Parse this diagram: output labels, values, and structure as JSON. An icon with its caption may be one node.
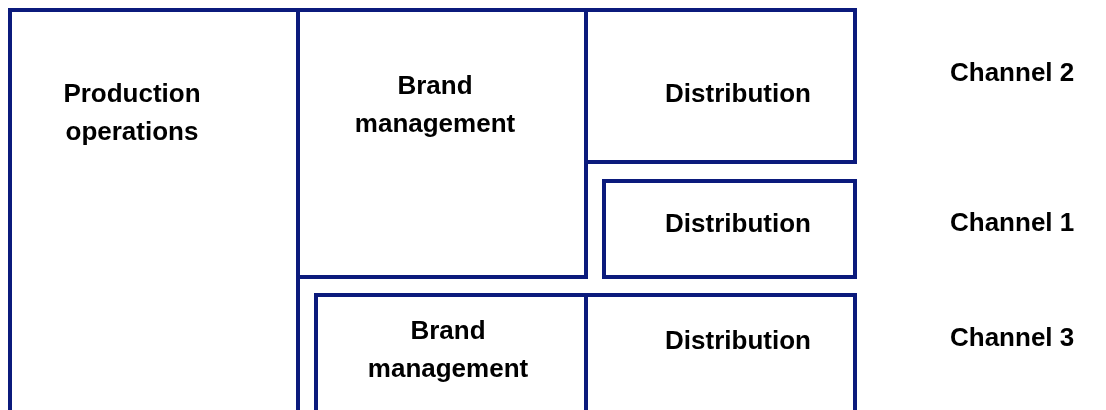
{
  "diagram": {
    "nodes": [
      {
        "text": [
          "Production operations"
        ]
      },
      {
        "text": [
          "Brand management"
        ]
      },
      {
        "text": [
          "Distribution"
        ]
      },
      {
        "text": [
          "Distribution"
        ]
      },
      {
        "text": [
          "Brand management"
        ]
      },
      {
        "text": [
          "Distribution"
        ]
      }
    ],
    "labels": [
      "Channel 2",
      "Channel 1",
      "Channel 3"
    ]
  }
}
